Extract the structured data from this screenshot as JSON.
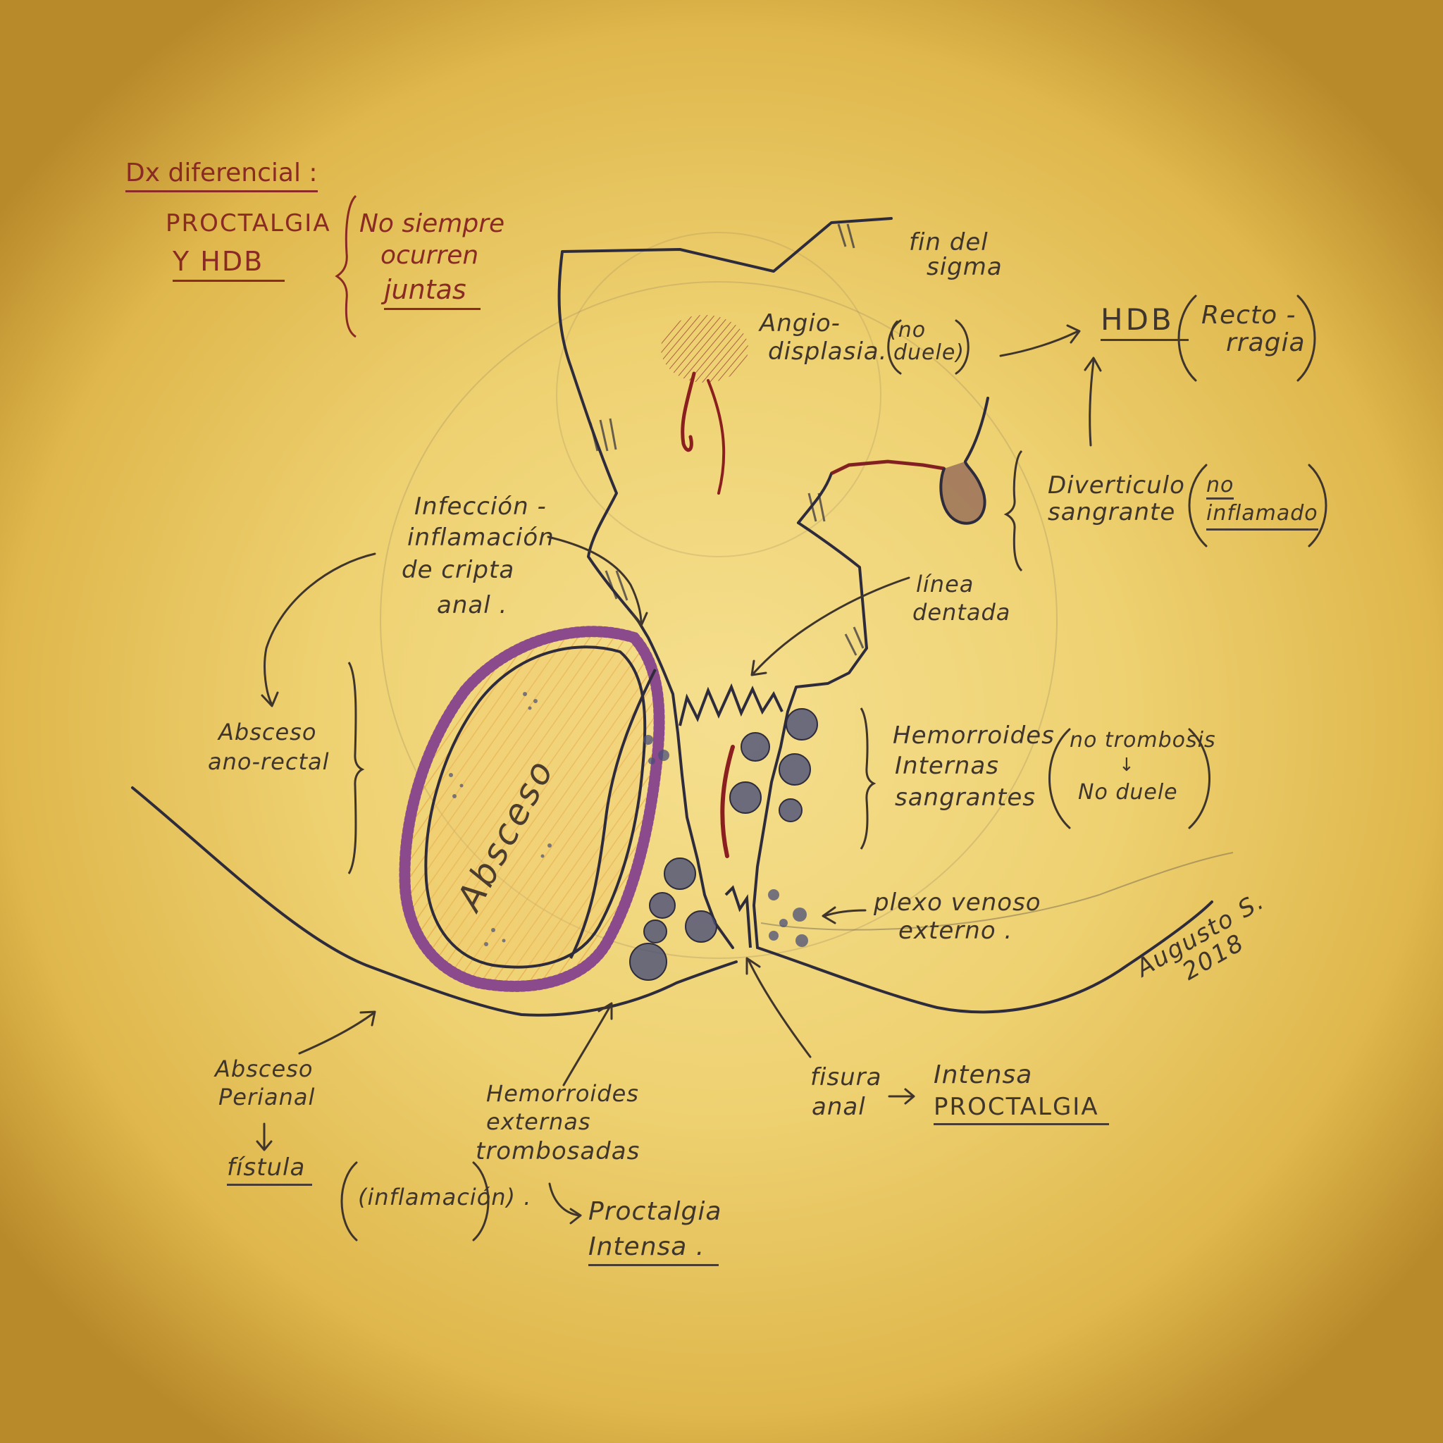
{
  "colors": {
    "ink": "#3f352c",
    "outline": "#2e2c3c",
    "red_ink": "#8a2a24",
    "blood": "#8b1f1f",
    "abscess_purple": "#8a4a8c",
    "abscess_orange": "#e39a3c",
    "vein_blue": "#4a4f78",
    "paper": "#efd275"
  },
  "header": {
    "title": "Dx diferencial :",
    "topic_line1": "PROCTALGIA",
    "topic_line2": "Y   HDB",
    "note_line1": "No siempre",
    "note_line2": "ocurren",
    "note_line3": "juntas"
  },
  "labels": {
    "sigma": [
      "fin del",
      "sigma"
    ],
    "angio": [
      "Angio-",
      "displasia."
    ],
    "no_duele": [
      "(no",
      "duele)"
    ],
    "hdb": "HDB",
    "rectorragia": [
      "Recto -",
      "rragia"
    ],
    "diverticulo": [
      "Diverticulo",
      "sangrante"
    ],
    "no_inflamado": [
      "no",
      "inflamado"
    ],
    "cripta": [
      "Infección -",
      "inflamación",
      "de cripta",
      "anal ."
    ],
    "linea": [
      "línea",
      "dentada"
    ],
    "absceso_ano": [
      "Absceso",
      "ano-rectal"
    ],
    "absceso_word": "Absceso",
    "hem_internas": [
      "Hemorroides",
      "Internas",
      "sangrantes"
    ],
    "no_trombosis": [
      "no trombosis",
      "↓",
      "No duele"
    ],
    "plexo": [
      "plexo venoso",
      "externo ."
    ],
    "signature": [
      "Augusto S.",
      "2018"
    ],
    "perianal": [
      "Absceso",
      "Perianal",
      "↓",
      "fístula"
    ],
    "hem_externas": [
      "Hemorroides",
      "externas",
      "trombosadas"
    ],
    "inflamacion": "(inflamación) .",
    "proctalgia_intensa": [
      "Proctalgia",
      "Intensa ."
    ],
    "fisura": [
      "fisura",
      "anal"
    ],
    "intensa_proctalgia": [
      "Intensa",
      "PROCTALGIA"
    ],
    "arrow_to": "→"
  }
}
